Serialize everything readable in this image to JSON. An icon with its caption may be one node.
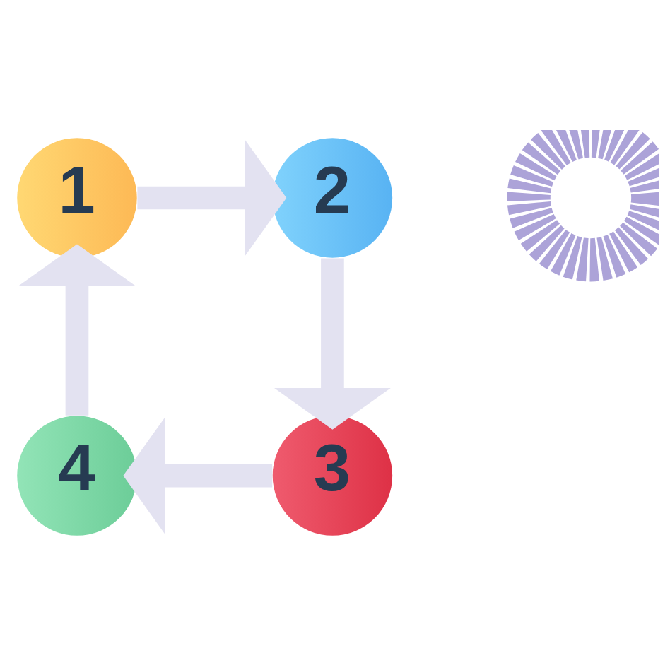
{
  "diagram": {
    "nodes": [
      {
        "text": [
          "1"
        ]
      },
      {
        "text": [
          "2"
        ]
      },
      {
        "text": [
          "3"
        ]
      },
      {
        "text": [
          "4"
        ]
      },
      {
        "text": [],
        "shape": "gear"
      }
    ],
    "edges": [
      {
        "from": 0,
        "to": 1,
        "arrow": "to"
      },
      {
        "from": 1,
        "to": 2,
        "arrow": "to"
      },
      {
        "from": 2,
        "to": 3,
        "arrow": "to"
      },
      {
        "from": 3,
        "to": 0,
        "arrow": "to"
      }
    ]
  }
}
